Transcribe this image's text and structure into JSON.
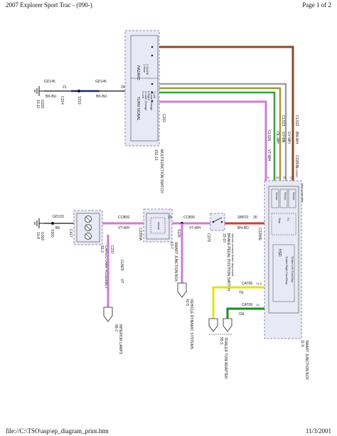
{
  "header": {
    "title": "2007 Explorer Sport Trac - (090-)",
    "page": "Page 1 of 2"
  },
  "footer": {
    "path": "file://C:\\TSO\\asp\\ep_diagram_print.htm",
    "date": "11/3/2001"
  },
  "labels": {
    "hazard": "HAZARD",
    "turn_signal": "TURN SIGNAL",
    "multifunction_switch": "MULTIFUNCTION SWITCH",
    "multifunction_ref": "151-13",
    "rh_turn_label": "RH TURN",
    "lh_turn_label": "LH TURN",
    "mf_contacts": [
      "1 Rear",
      "2 On/Off",
      "3 Left",
      "4 Lane Change",
      "5 Right",
      "6 Lane Change",
      "7 Left"
    ],
    "c202": "C202",
    "gd145_a": "GD145",
    "gd145_b": "GD145",
    "bk_bu_a": "BK-BU",
    "bk_bu_b": "BK-BU",
    "c214": "C214",
    "s219": "S219",
    "g200": "G200",
    "g200_ref": "10-11",
    "pin_21": "21",
    "pin_24": "24",
    "gd133": "GD133",
    "bk": "BK",
    "c417": "C417",
    "s300": "S300",
    "g300": "G300",
    "g300_ref": "10-8",
    "cargo_lamp": "CARGO LAMP ASSEMBLY",
    "cargo_lamp_ref": "83-2",
    "c237": "C237",
    "cln25": "CLN25",
    "vt": "VT",
    "interior_lamps": "INTERIOR LAMPS",
    "interior_lamps_ref": "89-2",
    "ccb06_a": "CCB06",
    "ccb06_b": "CCB06",
    "vt_wh_a": "VT-WH",
    "vt_wh_b": "VT-WH",
    "vt_wh_c": "VT-WH",
    "smart_junction_box": "SMART JUNCTION BOX",
    "sjb_ref": "13-7",
    "c2280a": "C2280A",
    "s126": "S126",
    "c2280e": "C2280E",
    "pin_20": "20",
    "pin_26": "26",
    "vehicle_dynamic": "VEHICLE DYNAMIC SYSTEMS",
    "vds_ref": "42-5",
    "brake_pedal": "BRAKE PEDAL POSITION SWITCH",
    "brake_ref": "15-10",
    "bpp_notes": "Normal contacts Brake depressed",
    "c278": "C278",
    "sbp22": "SBP22",
    "bn_rd": "BN-RD",
    "gn": "GN",
    "ye": "YE",
    "cat06": "CAT06",
    "cat09": "CAT09",
    "trailer_adapter": "TRAILER TOW ADAPTER",
    "trailer_ref": "55-3",
    "pin_14": "14",
    "pin_13": "13",
    "gy_bn": "GY-BN",
    "gy_wh": "GY-WH",
    "bn_wh": "BN-WH",
    "ol_wh": "OL-WH",
    "cls22": "CLS22",
    "cls23": "CLS23",
    "cls_s": "CLS26",
    "smart_junction_box_right": "SMART JUNCTION BOX",
    "sjb_right_ref": "11-6",
    "c2280c": "C2280C",
    "c2280b": "C2280B",
    "relay_label": "Relay",
    "trailer_rt": "Trailer Right Turn/Stop",
    "trailer_lt": "Trailer Left Turn/Stop",
    "hsd": "HSD",
    "mic_label": "Microcontroller",
    "f1_label": "F1",
    "sense": "Sense",
    "stop": "Stop",
    "pin_28": "28",
    "pin_25": "25",
    "pin_22": "22",
    "pin_9": "9",
    "pin_8": "8"
  },
  "colors": {
    "brown": "#8b4a2b",
    "green": "#3aa13a",
    "gray": "#a0a0a0",
    "olive": "#9a9a3a",
    "violet": "#d07ad6",
    "violet_dark": "#b45cc2",
    "red": "#d23a3a",
    "yellow": "#e3e01a",
    "dark_green": "#1f8a1f",
    "box_fill": "#e9e9f5",
    "box_stroke": "#8a8ab8",
    "wire_black": "#111111",
    "blue_black": "#1c2a7a"
  }
}
